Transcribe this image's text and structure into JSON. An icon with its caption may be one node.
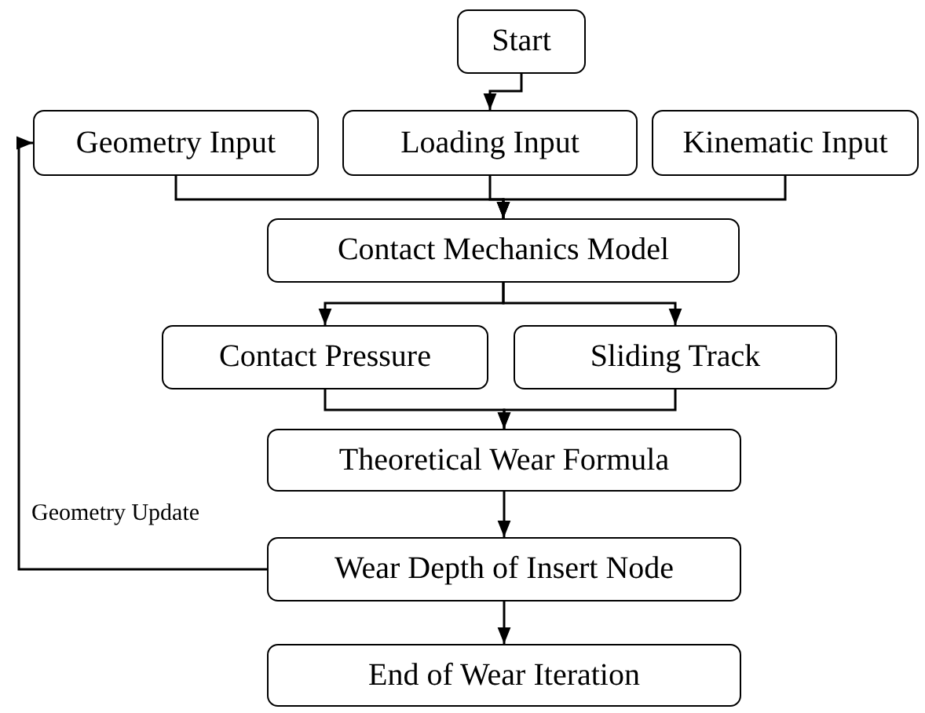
{
  "diagram": {
    "nodes": [
      {
        "text": [
          "Start"
        ]
      },
      {
        "text": [
          "Geometry Input"
        ]
      },
      {
        "text": [
          "Loading Input"
        ]
      },
      {
        "text": [
          "Kinematic Input"
        ]
      },
      {
        "text": [
          "Contact Mechanics Model"
        ]
      },
      {
        "text": [
          "Contact Pressure"
        ]
      },
      {
        "text": [
          "Sliding Track"
        ]
      },
      {
        "text": [
          "Theoretical Wear Formula"
        ]
      },
      {
        "text": [
          "Wear Depth of Insert Node"
        ]
      },
      {
        "text": [
          "End of Wear Iteration"
        ]
      }
    ],
    "edges": [
      {
        "from": 0,
        "to": 2,
        "arrow": "to"
      },
      {
        "from": 1,
        "to": 4,
        "arrow": "to"
      },
      {
        "from": 2,
        "to": 4,
        "arrow": "to"
      },
      {
        "from": 3,
        "to": 4,
        "arrow": "to"
      },
      {
        "from": 4,
        "to": 5,
        "arrow": "to"
      },
      {
        "from": 4,
        "to": 6,
        "arrow": "to"
      },
      {
        "from": 5,
        "to": 7,
        "arrow": "to"
      },
      {
        "from": 6,
        "to": 7,
        "arrow": "to"
      },
      {
        "from": 7,
        "to": 8,
        "arrow": "to"
      },
      {
        "from": 8,
        "to": 9,
        "arrow": "to"
      },
      {
        "from": 8,
        "to": 1,
        "arrow": "to",
        "label": "Geometry Update"
      }
    ]
  }
}
